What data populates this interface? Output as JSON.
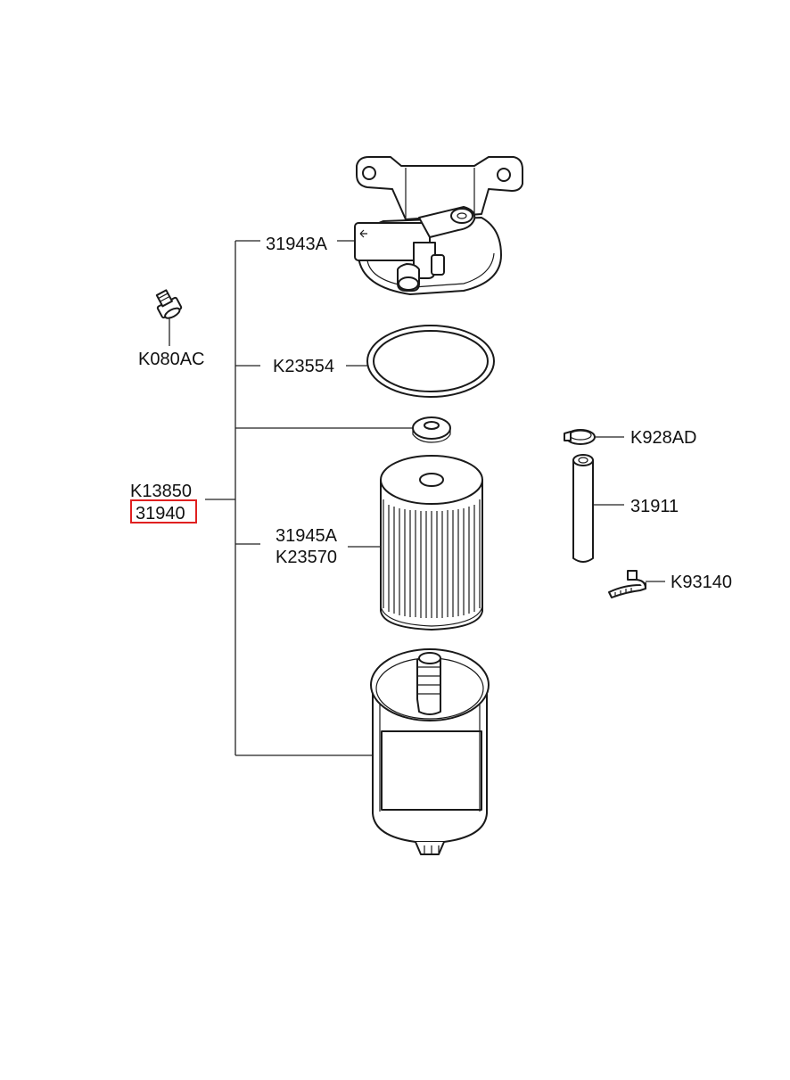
{
  "labels": {
    "filter_head": "31943A",
    "bolt": "K080AC",
    "o_ring": "K23554",
    "assembly_1": "K13850",
    "assembly_2": "31940",
    "element_1": "31945A",
    "element_2": "K23570",
    "clamp": "K928AD",
    "hose": "31911",
    "band": "K93140"
  },
  "highlight": {
    "part": "31940",
    "color": "#e02020"
  }
}
